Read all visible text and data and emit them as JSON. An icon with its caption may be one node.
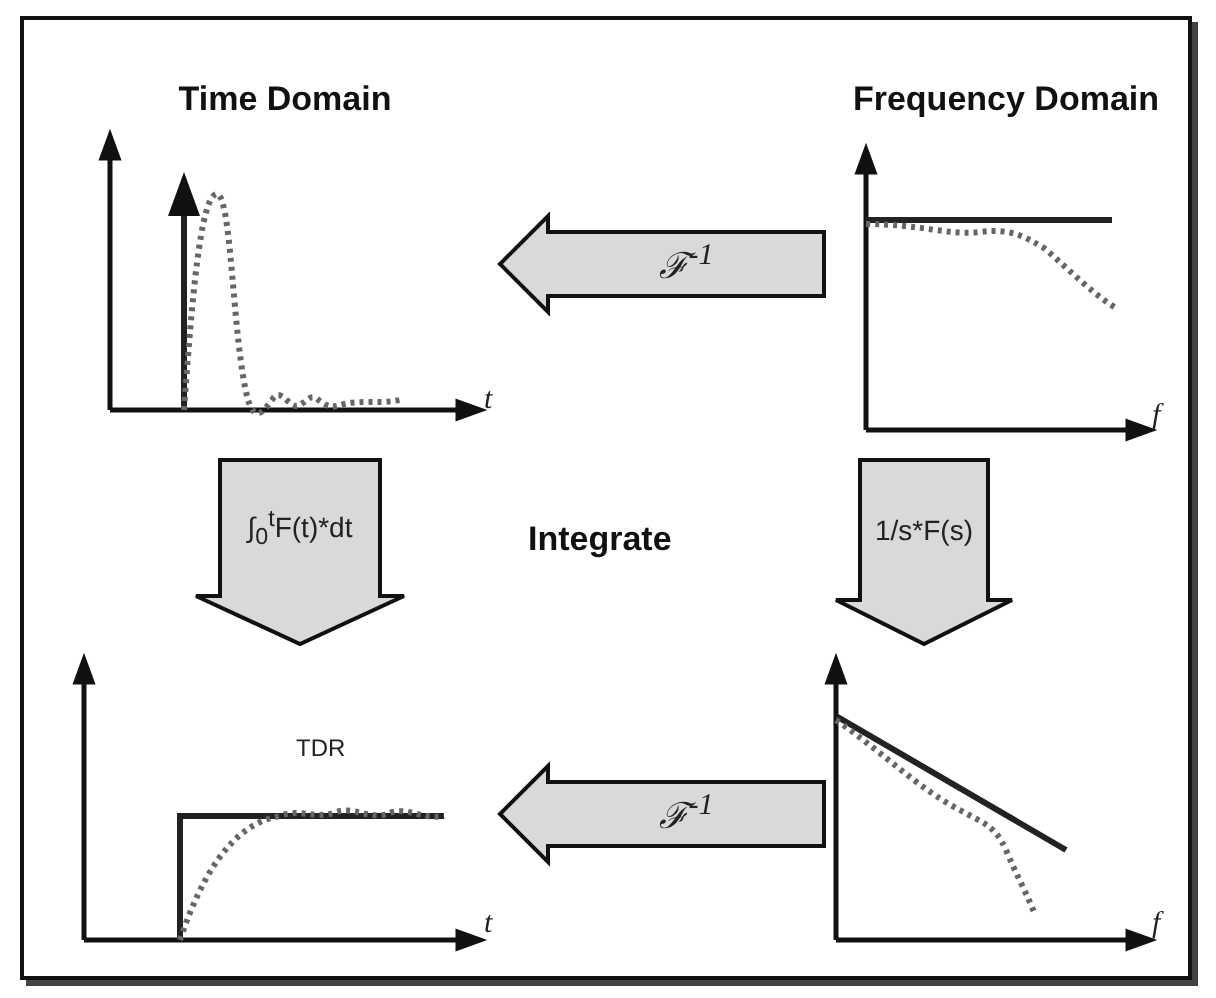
{
  "diagram": {
    "nodes": [
      {
        "text": [
          "Time Domain",
          "t"
        ]
      },
      {
        "text": [
          "Frequency Domain",
          "f"
        ]
      },
      {
        "text": [
          "TDR",
          "t"
        ]
      },
      {
        "text": [
          "f"
        ]
      }
    ],
    "edges": [
      {
        "from": 1,
        "to": 0,
        "arrow": "to",
        "label": "ℱ$^{-1}$",
        "style": "thick"
      },
      {
        "from": 0,
        "to": 2,
        "arrow": "to",
        "label": "∫$_{0}$$^{t}$F(t)*dt",
        "style": "thick"
      },
      {
        "from": 1,
        "to": 3,
        "arrow": "to",
        "label": "1/s*F(s)",
        "style": "thick"
      },
      {
        "from": 3,
        "to": 2,
        "arrow": "to",
        "label": "ℱ$^{-1}$",
        "style": "thick"
      }
    ],
    "labels": [
      "Integrate"
    ]
  }
}
